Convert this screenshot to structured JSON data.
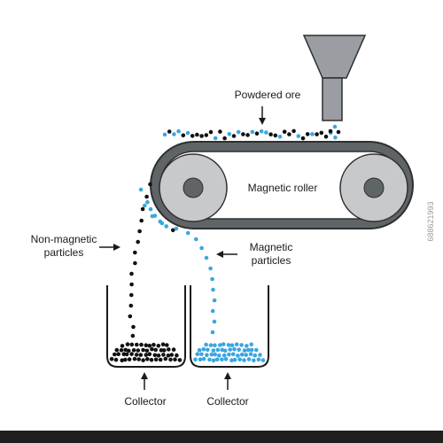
{
  "labels": {
    "powdered_ore": "Powdered ore",
    "magnetic_roller": "Magnetic roller",
    "non_magnetic_line1": "Non-magnetic",
    "non_magnetic_line2": "particles",
    "magnetic_line1": "Magnetic",
    "magnetic_line2": "particles",
    "collector_left": "Collector",
    "collector_right": "Collector"
  },
  "stock": {
    "id_text": "688621993"
  },
  "colors": {
    "belt": "#5f6467",
    "belt_outline": "#2e2f30",
    "roller_face": "#c7c9cb",
    "hub": "#5f6467",
    "hopper": "#9a9ea2",
    "nonmagnetic_particle": "#111111",
    "magnetic_particle": "#3aa6e0"
  }
}
